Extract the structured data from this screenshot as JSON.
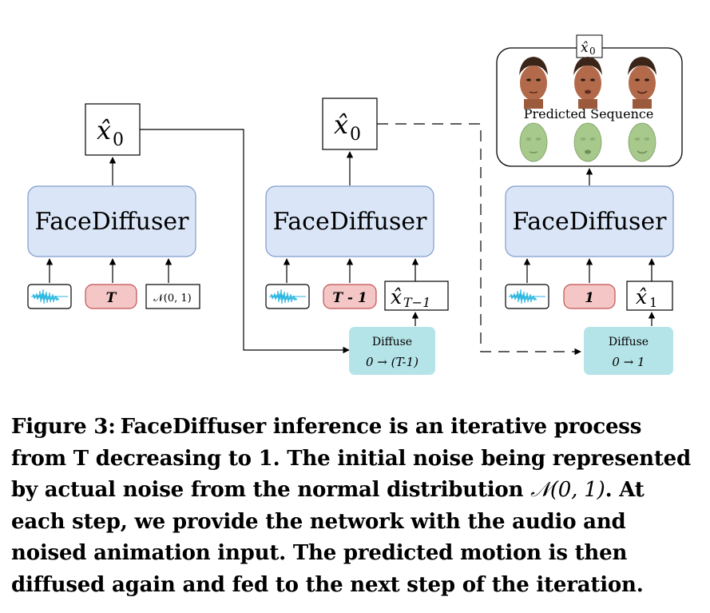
{
  "model_label": "FaceDiffuser",
  "output_label": "x̂",
  "output_sub": "0",
  "steps": [
    {
      "timestep_label": "T",
      "noise_label": "𝒩(0, 1)",
      "noise_sub": "",
      "diffuse": null
    },
    {
      "timestep_label": "T - 1",
      "noise_label": "x̂",
      "noise_sub": "T−1",
      "diffuse": {
        "title": "Diffuse",
        "range": "0 → (T-1)"
      }
    },
    {
      "timestep_label": "1",
      "noise_label": "x̂",
      "noise_sub": "1",
      "diffuse": {
        "title": "Diffuse",
        "range": "0 → 1"
      }
    }
  ],
  "predicted": {
    "label": "Predicted Sequence",
    "top_label": "x̂",
    "top_sub": "0"
  },
  "colors": {
    "model_fill": "#dae6f7",
    "model_stroke": "#7f9ccd",
    "timestep_fill": "#f4c6c6",
    "timestep_stroke": "#c05050",
    "diffuse_fill": "#b5e4e8",
    "waveform": "#29b6e0",
    "face_skin": "#b36a4a",
    "mesh": "#a8c98c"
  },
  "caption": {
    "figure_label": "Figure 3:",
    "text_part1": "FaceDiffuser inference is an iterative process from T decreasing to 1. The initial noise being represented by actual noise from the normal distribution ",
    "math": "𝒩(0, 1)",
    "text_part2": ". At each step, we provide the network with the audio and noised animation input. The predicted motion is then diffused again and fed to the next step of the iteration."
  }
}
